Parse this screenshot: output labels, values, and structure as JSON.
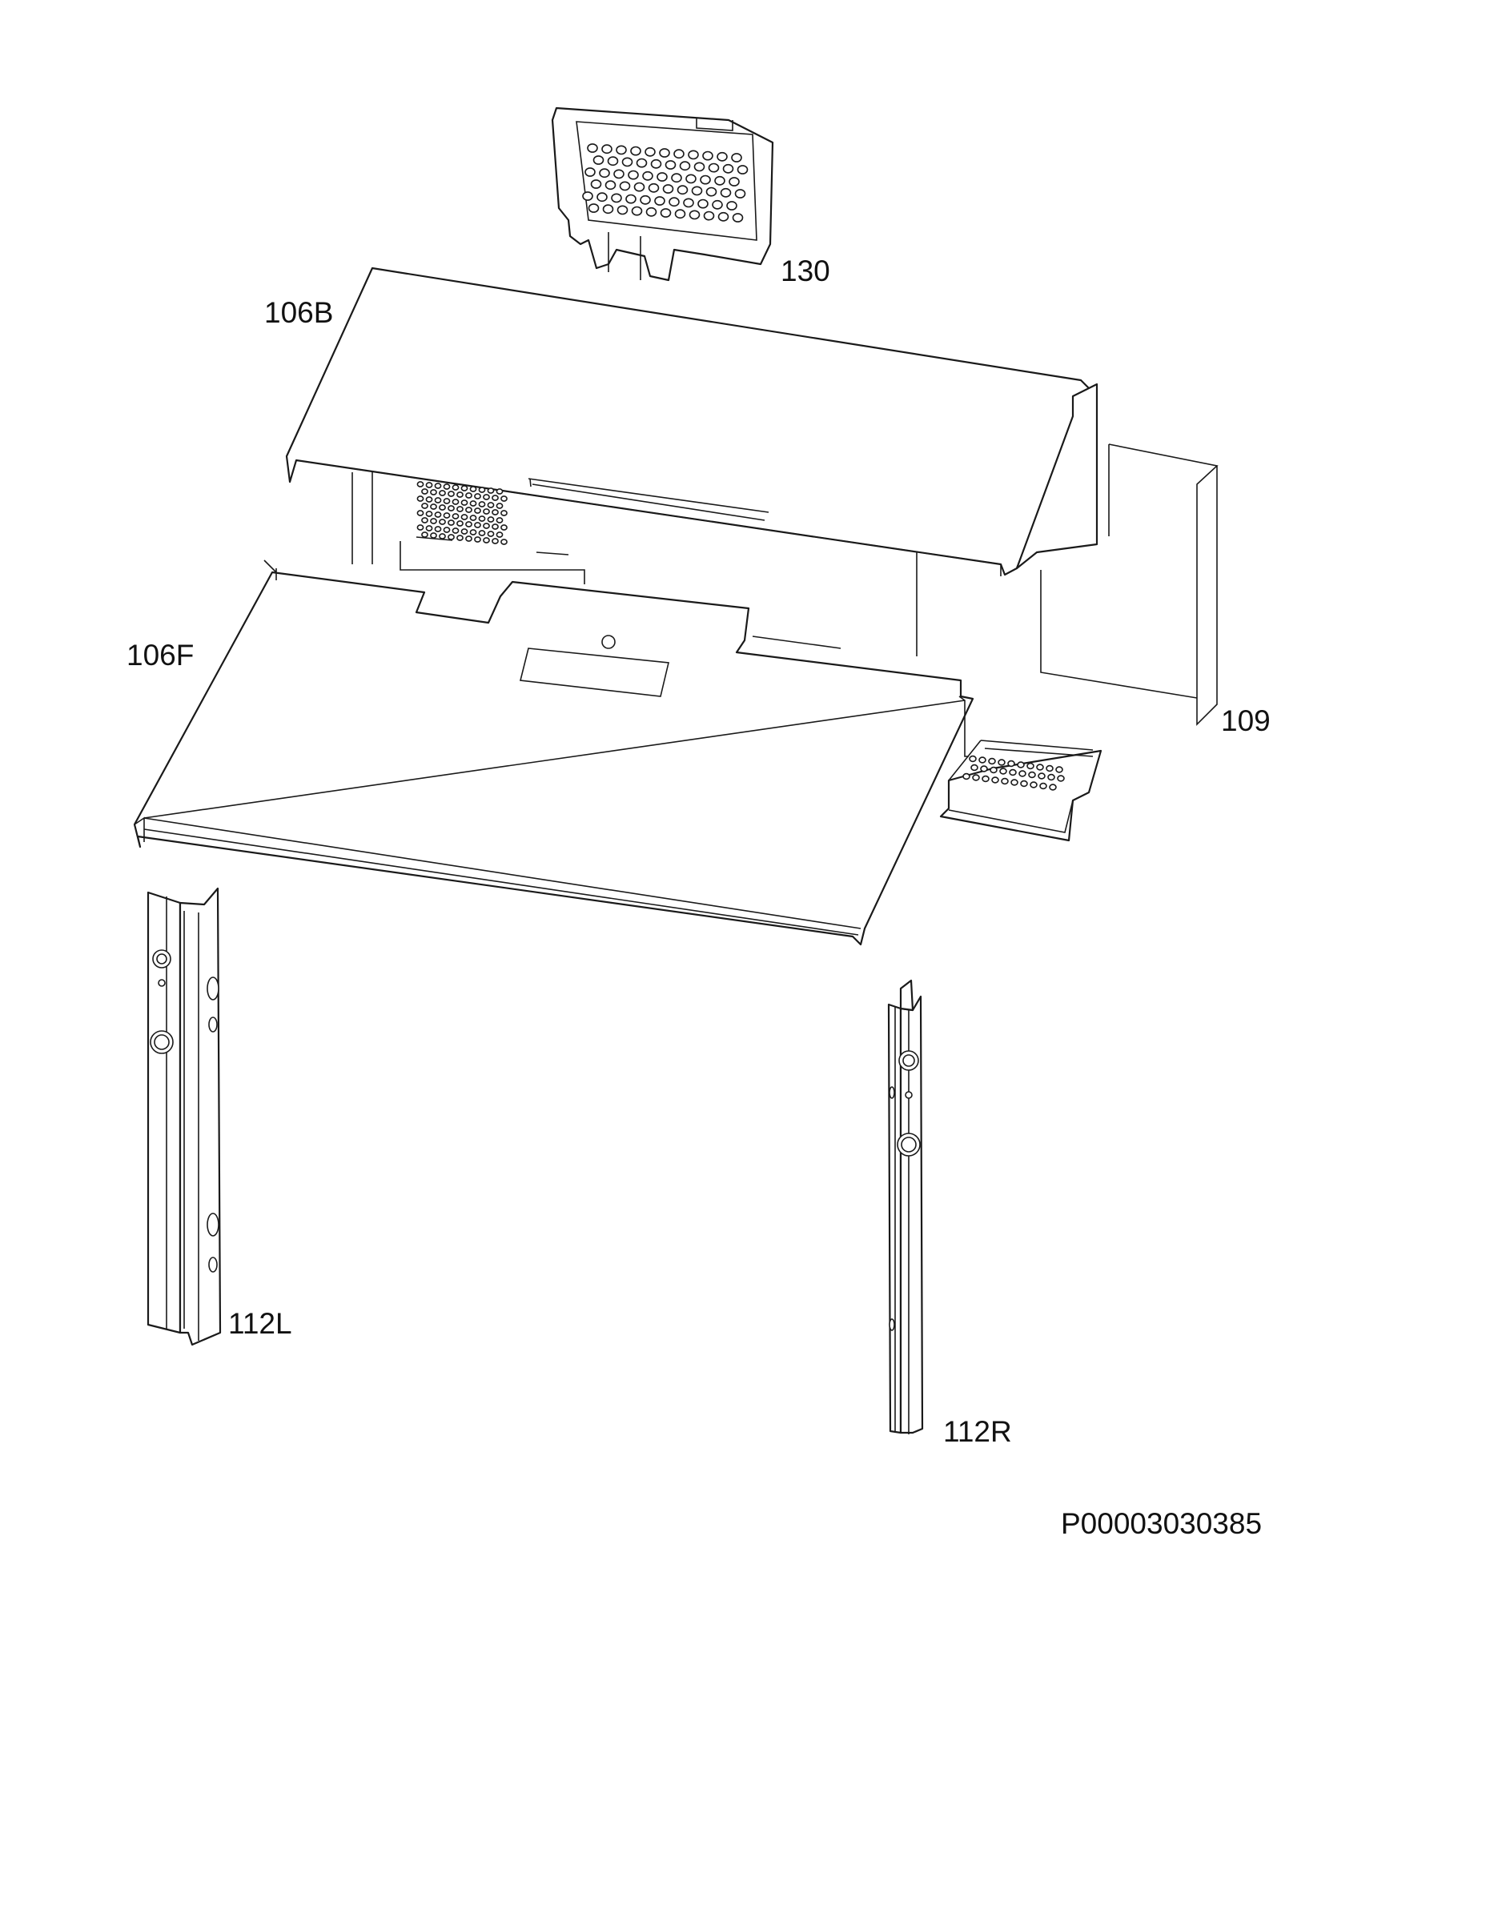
{
  "labels": {
    "vent_grille": "130",
    "rear_panel": "106B",
    "front_panel": "106F",
    "side_cover": "109",
    "left_rail": "112L",
    "right_rail": "112R"
  },
  "document_code": "P00003030385"
}
